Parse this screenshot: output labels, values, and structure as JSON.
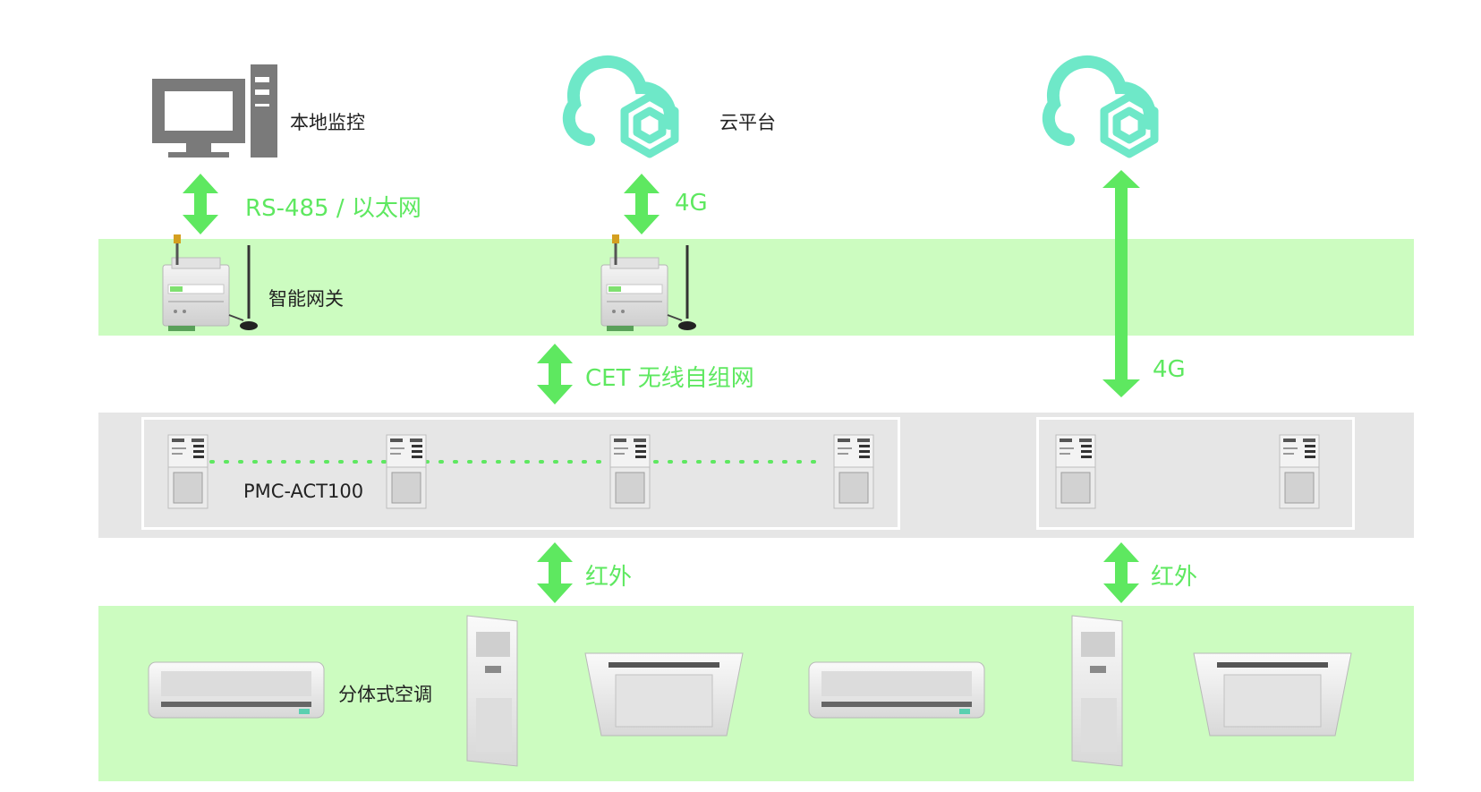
{
  "labels": {
    "local_monitor": "本地监控",
    "cloud_platform": "云平台",
    "gateway": "智能网关",
    "controller": "PMC-ACT100",
    "aircon": "分体式空调"
  },
  "links": {
    "rs485": "RS-485 / 以太网",
    "g4_top": "4G",
    "wireless": "CET 无线自组网",
    "g4_right": "4G",
    "ir_left": "红外",
    "ir_right": "红外"
  },
  "colors": {
    "accent_green": "#5ee860",
    "band_green": "#ccfcc0",
    "band_gray": "#e6e6e6",
    "cloud": "#6ee8c8",
    "monitor_gray": "#7a7a7a"
  },
  "icons": [
    "computer-icon",
    "cloud-icon",
    "gateway-device-icon",
    "controller-device-icon",
    "aircon-icon"
  ]
}
